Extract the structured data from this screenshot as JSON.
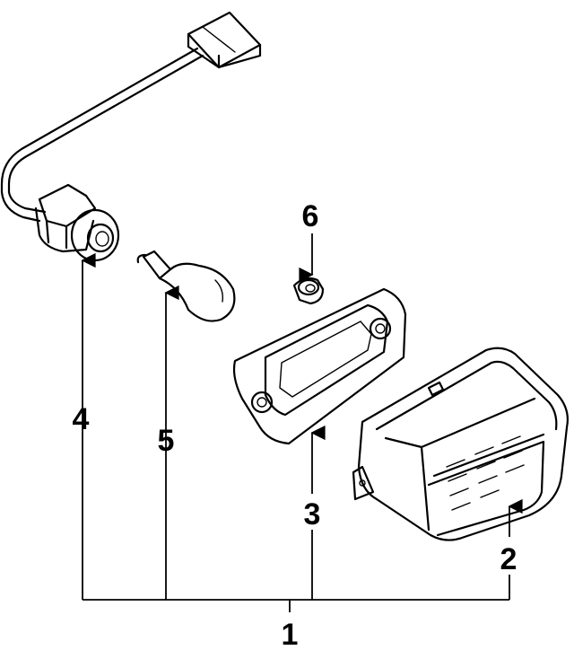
{
  "callouts": {
    "assembly": "1",
    "lens_housing": "2",
    "gasket": "3",
    "socket_harness": "4",
    "bulb": "5",
    "nut": "6"
  },
  "colors": {
    "line": "#000000",
    "background": "#ffffff"
  }
}
